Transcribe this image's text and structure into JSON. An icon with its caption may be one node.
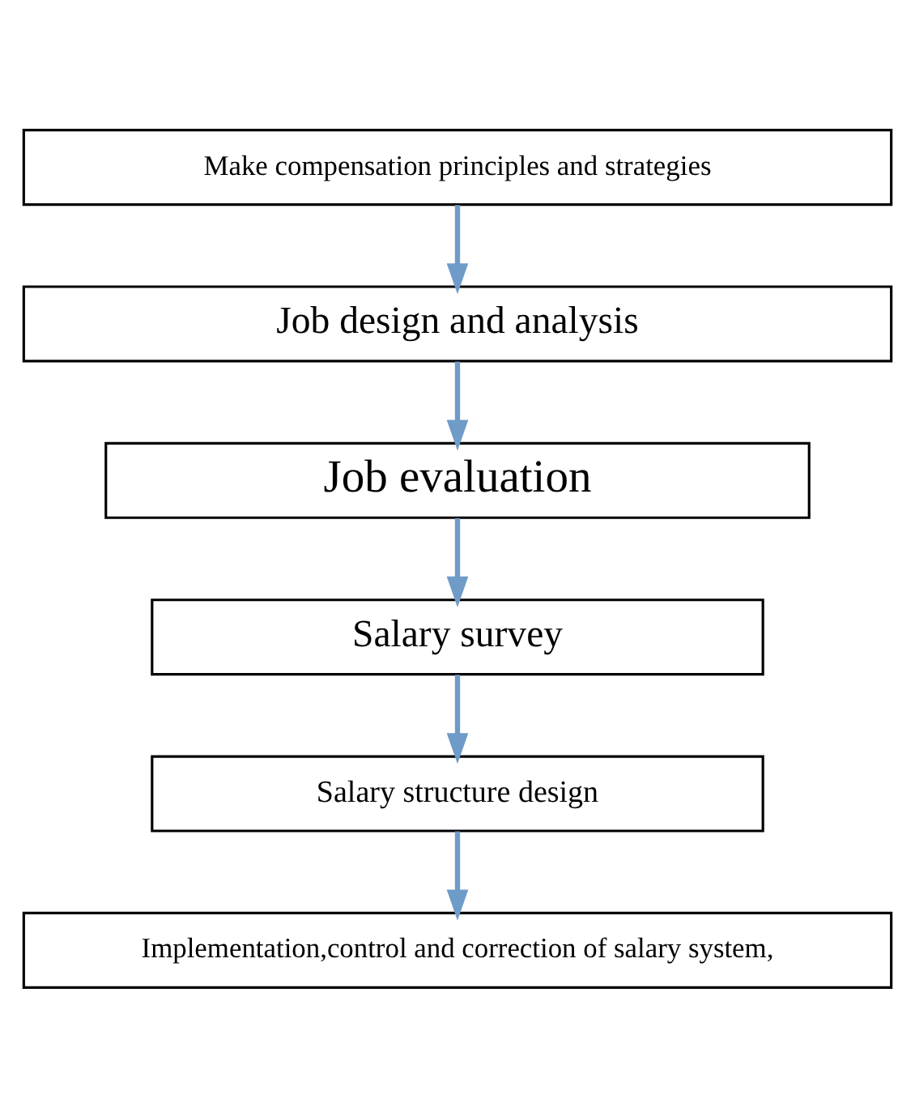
{
  "diagram": {
    "nodes": [
      {
        "text": [
          "Make compensation principles and strategies"
        ]
      },
      {
        "text": [
          "Job design and analysis"
        ]
      },
      {
        "text": [
          "Job evaluation"
        ]
      },
      {
        "text": [
          "Salary survey"
        ]
      },
      {
        "text": [
          "Salary structure design"
        ]
      },
      {
        "text": [
          "Implementation,control and correction of salary system,"
        ]
      }
    ],
    "edges": [
      {
        "from": 0,
        "to": 1,
        "arrow": "to"
      },
      {
        "from": 1,
        "to": 2,
        "arrow": "to"
      },
      {
        "from": 2,
        "to": 3,
        "arrow": "to"
      },
      {
        "from": 3,
        "to": 4,
        "arrow": "to"
      },
      {
        "from": 4,
        "to": 5,
        "arrow": "to"
      }
    ]
  }
}
